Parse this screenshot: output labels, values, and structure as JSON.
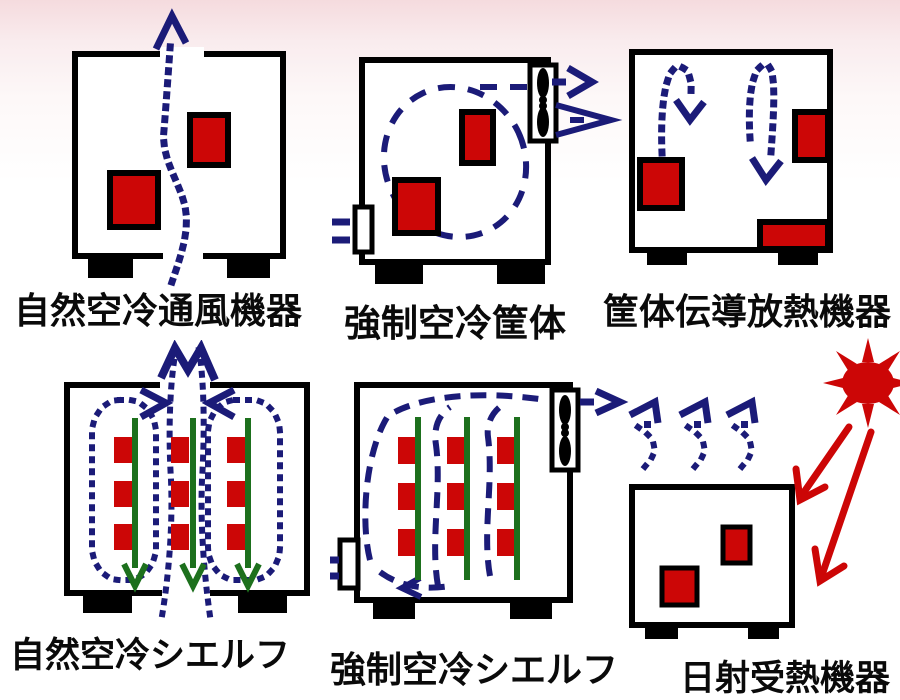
{
  "page": {
    "title": "equipment-cooling-methods-diagram",
    "background_top_color": "#f5dbde",
    "background_bottom_color": "#ffffff"
  },
  "colors": {
    "airflow_navy": "#1b1b78",
    "component_red": "#cc0606",
    "card_rail_green": "#1d701d",
    "outline_black": "#000000",
    "sun_red": "#cc0606"
  },
  "panels": [
    {
      "id": "natural-air-ventilated-equipment",
      "label": "自然空冷通風機器",
      "icons": [
        "enclosure-box",
        "heat-component",
        "natural-airflow-dotted-arrow"
      ]
    },
    {
      "id": "forced-air-cooled-enclosure",
      "label": "強制空冷筐体",
      "icons": [
        "enclosure-box",
        "heat-component",
        "fan-icon",
        "inlet-vent-icon",
        "forced-airflow-dashed-loop",
        "exhaust-arrow"
      ]
    },
    {
      "id": "conduction-cooled-enclosure",
      "label": "筐体伝導放熱機器",
      "icons": [
        "enclosure-box",
        "heat-component",
        "internal-circulation-dotted-arrow"
      ]
    },
    {
      "id": "natural-air-cooled-shelf",
      "label": "自然空冷シエルフ",
      "icons": [
        "enclosure-box",
        "card-rail",
        "heat-component",
        "natural-circulation-dotted-loop",
        "chimney-outflow-arrow"
      ]
    },
    {
      "id": "forced-air-cooled-shelf",
      "label": "強制空冷シエルフ",
      "icons": [
        "enclosure-box",
        "card-rail",
        "heat-component",
        "fan-icon",
        "inlet-vent-icon",
        "forced-airflow-dashed-path",
        "exhaust-arrow"
      ]
    },
    {
      "id": "solar-heated-equipment",
      "label": "日射受熱機器",
      "icons": [
        "enclosure-box",
        "heat-component",
        "sun-icon",
        "solar-ray-arrow",
        "heat-rise-dotted-arrow"
      ]
    }
  ]
}
